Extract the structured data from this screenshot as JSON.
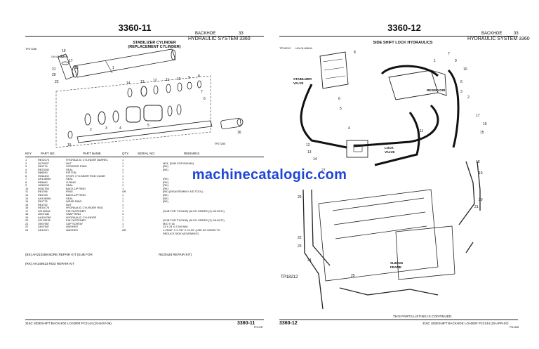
{
  "left_page": {
    "page_number": "3360-11",
    "header_section": "BACKHOE",
    "header_page": "33",
    "header_title": "HYDRAULIC SYSTEM 3360",
    "figure_id": "TP27286",
    "figure_code": "-UN-01JAN94",
    "figure_title_1": "STABILIZER CYLINDER",
    "figure_title_2": "(REPLACEMENT CYLINDER)",
    "figure_code_2": "TP27280",
    "callouts": [
      "19",
      "23",
      "17",
      "21",
      "20",
      "18",
      "22",
      "1",
      "14",
      "13",
      "12",
      "11",
      "10",
      "9",
      "8",
      "7",
      "6",
      "5",
      "4",
      "3",
      "2",
      "16",
      "15"
    ],
    "table_headers": {
      "key": "KEY",
      "part_no": "PART NO.",
      "part_name": "PART NAME",
      "qty": "QTY.",
      "serial_no": "SERIAL NO.",
      "remarks": "REMARKS"
    },
    "parts": [
      {
        "key": "1",
        "part": "RE32173",
        "name": "HYDRAULIC CYLINDER BARREL",
        "qty": "1",
        "serial": "",
        "remarks": ""
      },
      {
        "key": "2",
        "part": "H170537",
        "name": "NUT",
        "qty": "1",
        "serial": "",
        "remarks": "M24, (SUB FOR R61861)"
      },
      {
        "key": "3",
        "part": "R61774",
        "name": "SCRAPER RING",
        "qty": "1",
        "serial": "",
        "remarks": "(BK)"
      },
      {
        "key": "4",
        "part": "RE20342",
        "name": "SEAL",
        "qty": "1",
        "serial": "",
        "remarks": "(BK)"
      },
      {
        "key": "5",
        "part": "R86390",
        "name": "PISTON",
        "qty": "1",
        "serial": "",
        "remarks": ""
      },
      {
        "key": "6",
        "part": "H154402",
        "name": "HYDR. CYLINDER ROD GUIDE",
        "qty": "1",
        "serial": "",
        "remarks": ""
      },
      {
        "key": "7",
        "part": "AH146060",
        "name": "SEAL",
        "qty": "1",
        "serial": "",
        "remarks": "(RK)"
      },
      {
        "key": "8",
        "part": "R63460",
        "name": "O-RING",
        "qty": "1",
        "serial": "",
        "remarks": "(RK)"
      },
      {
        "key": "9",
        "part": "H150202",
        "name": "SEAL",
        "qty": "1",
        "serial": "",
        "remarks": "(RK)"
      },
      {
        "key": "10",
        "part": "H152765",
        "name": "BACK-UP RING",
        "qty": "1",
        "serial": "",
        "remarks": "(RK)"
      },
      {
        "key": "11",
        "part": "R61786",
        "name": "RING",
        "qty": "AR",
        "serial": "",
        "remarks": "(BK) (DISASSEMBLY AID TOOL)"
      },
      {
        "key": "12",
        "part": "R61728",
        "name": "BACK-UP RING",
        "qty": "1",
        "serial": "",
        "remarks": "(BK)"
      },
      {
        "key": "13",
        "part": "AH146056",
        "name": "SEAL",
        "qty": "1",
        "serial": "",
        "remarks": "(BK)"
      },
      {
        "key": "14",
        "part": "R61775",
        "name": "WEAR RING",
        "qty": "1",
        "serial": "",
        "remarks": "(BK)"
      },
      {
        "key": "15",
        "part": "R61792",
        "name": "NUT",
        "qty": "1",
        "serial": "",
        "remarks": ""
      },
      {
        "key": "16",
        "part": "RE30775",
        "name": "HYDRAULIC CYLINDER ROD",
        "qty": "1",
        "serial": "",
        "remarks": ""
      },
      {
        "key": "17",
        "part": "AT130084",
        "name": "PIN FASTENER",
        "qty": "1",
        "serial": "",
        "remarks": "(SUB FOR T113135) (ALSO ORDER (2) 24H1571)"
      },
      {
        "key": "18",
        "part": "40M7180",
        "name": "SNAP RING",
        "qty": "4",
        "serial": "",
        "remarks": ""
      },
      {
        "key": "19",
        "part": "AH154788",
        "name": "HYDRAULIC CYLINDER",
        "qty": "1",
        "serial": "",
        "remarks": ""
      },
      {
        "key": "20",
        "part": "AT133235",
        "name": "PIN FASTENER",
        "qty": "1",
        "serial": "",
        "remarks": "(SUB FOR T113136) (ALSO ORDER (2) 24H1571)"
      },
      {
        "key": "21",
        "part": "19M7567",
        "name": "CAP SCREW",
        "qty": "1",
        "serial": "",
        "remarks": "M10 X 16"
      },
      {
        "key": "22",
        "part": "24M7547",
        "name": "WASHER",
        "qty": "1",
        "serial": "",
        "remarks": "13 X 24 X 2.500 MM"
      },
      {
        "key": "23",
        "part": "24H1571",
        "name": "WASHER",
        "qty": "AR",
        "serial": "",
        "remarks": "1-25/32\" X 2-7/8\" X 0.120\" (USE AS SHIMS TO"
      },
      {
        "key": "",
        "part": "",
        "name": "",
        "qty": "",
        "serial": "",
        "remarks": "REDUCE SIDE MOVEMENT)"
      }
    ],
    "note_bk_left": "(BK) AH210289 BORE REPAIR KIT (SUB FOR",
    "note_bk_right": "RE20428 REPAIR KIT)",
    "note_rk": "(RK) AH149813 ROD REPAIR KIT",
    "footer_left": "315C SIDESHIFT BACKHOE LOADER    PC2144    (15-NOV-06)",
    "footer_page": "3360-11",
    "footer_code": "PN=337"
  },
  "right_page": {
    "page_number": "3360-12",
    "header_section": "BACKHOE",
    "header_page": "33",
    "header_title": "HYDRAULIC SYSTEM 3360",
    "figure_id": "TP18212",
    "figure_code": "-UN-01JAN94",
    "figure_title": "SIDE SHIFT LOCK HYDRAULICS",
    "label_stabilizer": "STABILIZER",
    "label_valve": "VALVE",
    "label_reservoir": "RESERVOIR",
    "label_lock": "LOCK",
    "label_lock_valve": "VALVE",
    "label_sliding": "SLIDING",
    "label_frame": "FRAME",
    "figure_stamp": "TP18212",
    "callouts": [
      "8",
      "1",
      "7",
      "9",
      "10",
      "6",
      "3",
      "2",
      "6",
      "5",
      "4",
      "11",
      "12",
      "13",
      "14",
      "27",
      "26",
      "15",
      "17",
      "16",
      "18",
      "19",
      "20",
      "21",
      "22",
      "23",
      "24",
      "25"
    ],
    "continued": "THIS PARTS LISTING IS CONTINUED",
    "footer_page": "3360-12",
    "footer_right": "315C SIDESHIFT BACKHOE LOADER    PC2144    (29-APR-97)",
    "footer_code": "PN=338"
  },
  "watermark": "machinecatalogic.com"
}
